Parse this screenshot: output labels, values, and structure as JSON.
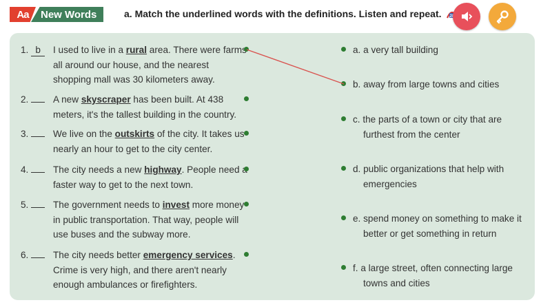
{
  "header": {
    "badge_icon": "Aa",
    "badge_label": "New Words",
    "instruction": "a. Match the underlined words with the definitions. Listen and repeat.",
    "track_icon": "audio-track-icon",
    "audio_button_icon": "speaker-icon",
    "answer_button_icon": "key-icon"
  },
  "questions": [
    {
      "num": "1.",
      "answer": "b",
      "before": "I used to live in a ",
      "keyword": "rural",
      "after": " area. There were farms all around our house, and the nearest shopping mall was 30 kilometers away."
    },
    {
      "num": "2.",
      "answer": "",
      "before": "A new ",
      "keyword": "skyscraper",
      "after": " has been built. At 438 meters, it's the tallest building in the country."
    },
    {
      "num": "3.",
      "answer": "",
      "before": "We live on the ",
      "keyword": "outskirts",
      "after": " of the city. It takes us nearly an hour to get to the city center."
    },
    {
      "num": "4.",
      "answer": "",
      "before": "The city needs a new ",
      "keyword": "highway",
      "after": ". People need a faster way to get to the next town."
    },
    {
      "num": "5.",
      "answer": "",
      "before": "The government needs to ",
      "keyword": "invest",
      "after": " more money in public transportation. That way, people will use buses and the subway more."
    },
    {
      "num": "6.",
      "answer": "",
      "before": "The city needs better ",
      "keyword": "emergency services",
      "after": ". Crime is very high, and there aren't nearly enough ambulances or firefighters."
    }
  ],
  "definitions": [
    {
      "line1": "a. a very tall building",
      "line2": ""
    },
    {
      "line1": "b. away from large towns and cities",
      "line2": ""
    },
    {
      "line1": "c. the parts of a town or city that are",
      "line2": "furthest from the center"
    },
    {
      "line1": "d. public organizations that help with",
      "line2": "emergencies"
    },
    {
      "line1": "e. spend money on something to make it",
      "line2": "better or get something in return"
    },
    {
      "line1": "f. a large street, often connecting large",
      "line2": "towns and cities"
    }
  ],
  "colors": {
    "panel": "#dbe8de",
    "dot": "#2e7d32",
    "match_line": "#d9534f",
    "badge_red": "#e2402f",
    "badge_green": "#3f7f5a",
    "audio_button": "#e8505b",
    "answer_button": "#f3a93b"
  }
}
